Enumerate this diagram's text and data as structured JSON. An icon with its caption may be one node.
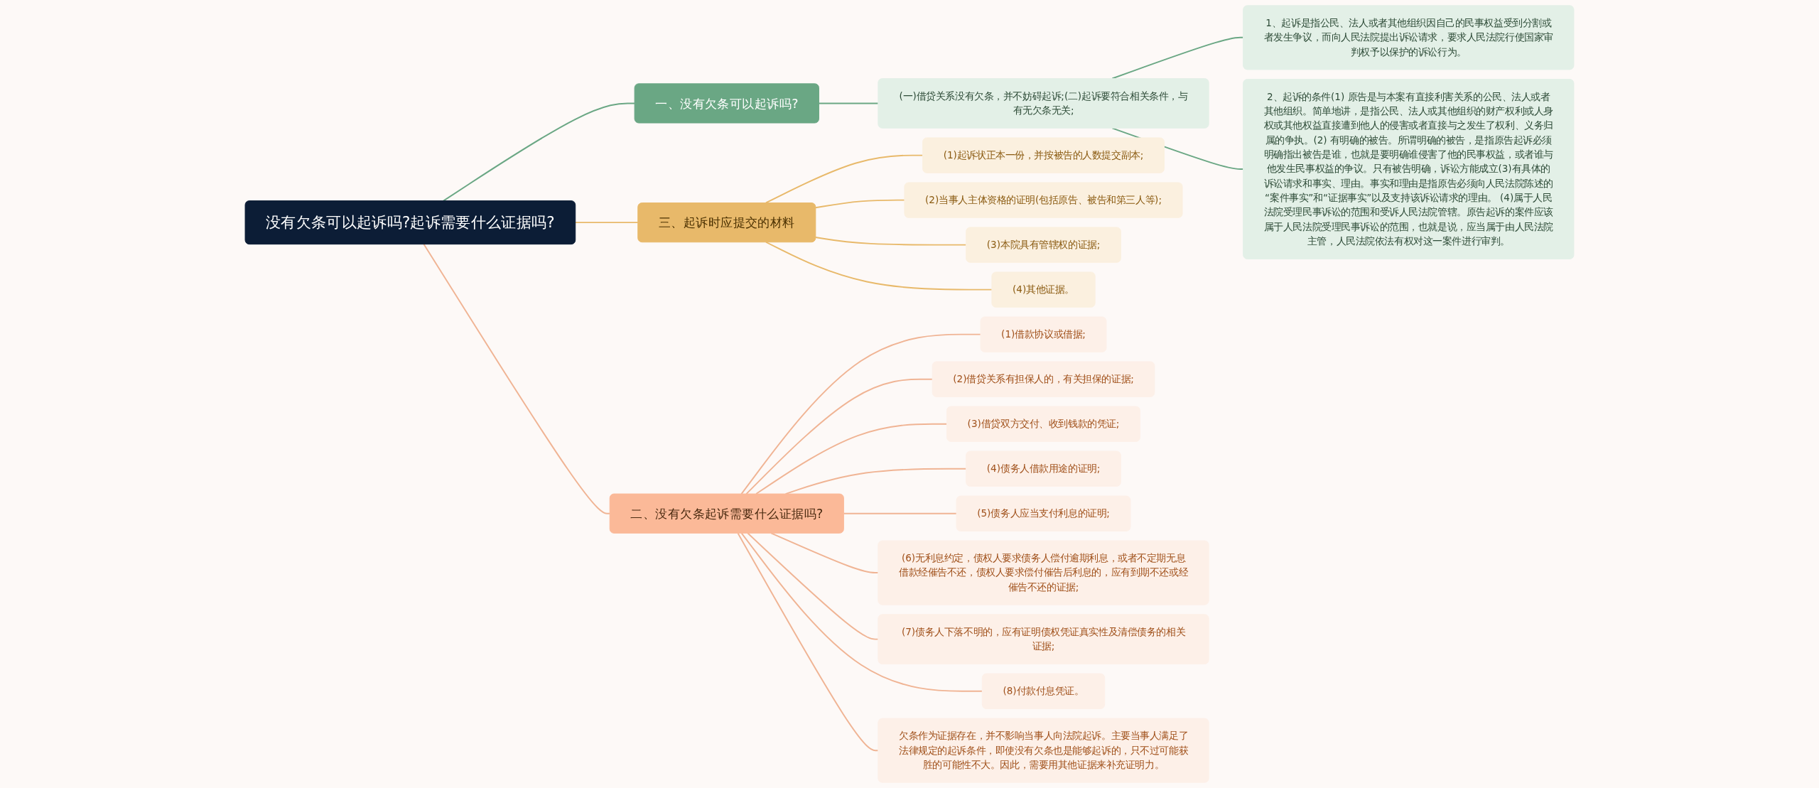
{
  "diagram": {
    "nodes": [
      {
        "text": [
          "没有欠条可以起诉吗?起诉需要什么证据吗?"
        ]
      },
      {
        "text": [
          "一、没有欠条可以起诉吗?"
        ]
      },
      {
        "text": [
          "(一)借贷关系没有欠条，并不妨碍起诉;(二)起诉要符合相关条件，与有无欠条无关;"
        ]
      },
      {
        "text": [
          "1、起诉是指公民、法人或者其他组织因自己的民事权益受到分割或者发生争议，而向人民法院提出诉讼请求，要求人民法院行使国家审判权予以保护的诉讼行为。"
        ]
      },
      {
        "text": [
          "2、起诉的条件(1) 原告是与本案有直接利害关系的公民、法人或者其他组织。简单地讲，是指公民、法人或其他组织的财产权利或人身权或其他权益直接遭到他人的侵害或者直接与之发生了权利、义务归属的争执。(2) 有明确的被告。所谓明确的被告，是指原告起诉必须明确指出被告是谁，也就是要明确谁侵害了他的民事权益，或者谁与他发生民事权益的争议。只有被告明确，诉讼方能成立(3)有具体的诉讼请求和事实、理由。事实和理由是指原告必须向人民法院陈述的 “案件事实”和“证据事实”以及支持该诉讼请求的理由。 (4)属于人民法院受理民事诉讼的范围和受诉人民法院管辖。原告起诉的案件应该属于人民法院受理民事诉讼的范围，也就是说，应当属于由人民法院主管，人民法院依法有权对这一案件进行审判。"
        ]
      },
      {
        "text": [
          "三、起诉时应提交的材料"
        ]
      },
      {
        "text": [
          "(1)起诉状正本一份，并按被告的人数提交副本;"
        ]
      },
      {
        "text": [
          "(2)当事人主体资格的证明(包括原告、被告和第三人等);"
        ]
      },
      {
        "text": [
          "(3)本院具有管辖权的证据;"
        ]
      },
      {
        "text": [
          "(4)其他证据。"
        ]
      },
      {
        "text": [
          "二、没有欠条起诉需要什么证据吗?"
        ]
      },
      {
        "text": [
          "(1)借款协议或借据;"
        ]
      },
      {
        "text": [
          "(2)借贷关系有担保人的，有关担保的证据;"
        ]
      },
      {
        "text": [
          "(3)借贷双方交付、收到钱款的凭证;"
        ]
      },
      {
        "text": [
          "(4)债务人借款用途的证明;"
        ]
      },
      {
        "text": [
          "(5)债务人应当支付利息的证明;"
        ]
      },
      {
        "text": [
          "(6)无利息约定，债权人要求债务人偿付逾期利息，或者不定期无息借款经催告不还，债权人要求偿付催告后利息的，应有到期不还或经催告不还的证据;"
        ]
      },
      {
        "text": [
          "(7)债务人下落不明的，应有证明债权凭证真实性及清偿债务的相关证据;"
        ]
      },
      {
        "text": [
          "(8)付款付息凭证。"
        ]
      },
      {
        "text": [
          "欠条作为证据存在，并不影响当事人向法院起诉。主要当事人满足了法律规定的起诉条件，即使没有欠条也是能够起诉的，只不过可能获胜的可能性不大。因此，需要用其他证据来补充证明力。"
        ]
      }
    ],
    "edges": [
      {
        "from": 0,
        "to": 1,
        "arrow": "none",
        "color": "#6aa784"
      },
      {
        "from": 1,
        "to": 2,
        "arrow": "none",
        "color": "#6aa784"
      },
      {
        "from": 2,
        "to": 3,
        "arrow": "none",
        "color": "#6aa784"
      },
      {
        "from": 2,
        "to": 4,
        "arrow": "none",
        "color": "#6aa784"
      },
      {
        "from": 0,
        "to": 5,
        "arrow": "none",
        "color": "#e8b96a"
      },
      {
        "from": 5,
        "to": 6,
        "arrow": "none",
        "color": "#e8b96a"
      },
      {
        "from": 5,
        "to": 7,
        "arrow": "none",
        "color": "#e8b96a"
      },
      {
        "from": 5,
        "to": 8,
        "arrow": "none",
        "color": "#e8b96a"
      },
      {
        "from": 5,
        "to": 9,
        "arrow": "none",
        "color": "#e8b96a"
      },
      {
        "from": 0,
        "to": 10,
        "arrow": "none"
      },
      {
        "from": 10,
        "to": 11,
        "arrow": "none"
      },
      {
        "from": 10,
        "to": 12,
        "arrow": "none"
      },
      {
        "from": 10,
        "to": 13,
        "arrow": "none"
      },
      {
        "from": 10,
        "to": 14,
        "arrow": "none"
      },
      {
        "from": 10,
        "to": 15,
        "arrow": "none"
      },
      {
        "from": 10,
        "to": 16,
        "arrow": "none"
      },
      {
        "from": 10,
        "to": 17,
        "arrow": "none"
      },
      {
        "from": 10,
        "to": 18,
        "arrow": "none"
      },
      {
        "from": 10,
        "to": 19,
        "arrow": "none"
      }
    ]
  }
}
